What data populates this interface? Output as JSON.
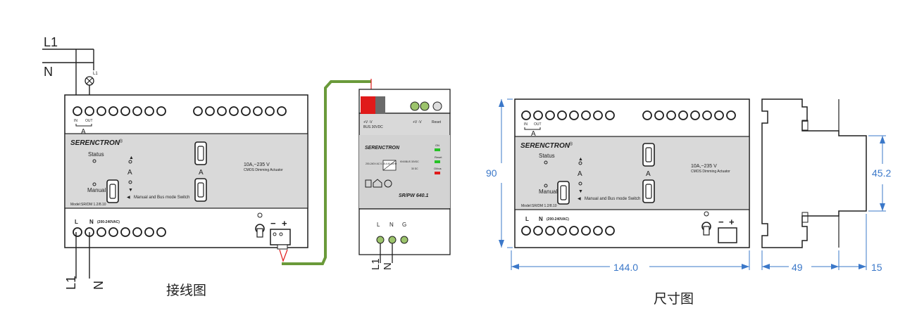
{
  "wiring": {
    "caption": "接线图",
    "line_label": "L1",
    "neutral_label": "N",
    "lamp_label": "L1",
    "in_label": "IN",
    "out_label": "OUT",
    "channel_label": "A",
    "brand": "SERENCTRON",
    "reg_mark": "®",
    "status_label": "Status",
    "manual_label": "Manual",
    "channel_a_left": "A",
    "channel_a_right": "A",
    "switch_label": "Manual and Bus mode Switch",
    "rating_line1": "10A,~235 V",
    "rating_line2": "CMOS  Dimming Actuator",
    "model": "Model:SR/DM 1.2/8.10",
    "supply_l": "L",
    "supply_n": "N",
    "supply_range": "(200-240VAC)",
    "bus_minus": "−",
    "bus_plus": "+",
    "bottom_l1": "L1",
    "bottom_n": "N"
  },
  "psu": {
    "label_vv": "+V  -V",
    "label_bus": "BUS 30VDC",
    "label_vv2": "+V  -V",
    "label_reset": "Reset",
    "brand": "SERENCTRON",
    "led_on": "ON",
    "led_reset": "Reset",
    "led_overbus": "O/bus",
    "input_spec": "200-240V AC 0.35 A 50-60Hz",
    "output_spec": "KNX/BUS 30VDC",
    "out_voltage": "30 DC",
    "model": "SR/PW 640.1",
    "term_l": "L",
    "term_n": "N",
    "term_g": "G",
    "under_l1": "L1",
    "under_n": "N"
  },
  "dims": {
    "caption": "尺寸图",
    "height": "90",
    "width": "144.0",
    "depth": "49",
    "step": "15",
    "inner_height": "45.2",
    "channel_label": "A",
    "brand": "SERENCTRON",
    "reg_mark": "®",
    "status_label": "Status",
    "manual_label": "Manual",
    "channel_a_left": "A",
    "channel_a_right": "A",
    "switch_label": "Manual and Bus mode Switch",
    "rating_line1": "10A,~235 V",
    "rating_line2": "CMOS  Dimming Actuator",
    "model": "Model:SR/DM 1.2/8.10",
    "supply_l": "L",
    "supply_n": "N",
    "supply_range": "(200-240VAC)",
    "in_label": "IN",
    "out_label": "OUT"
  },
  "colors": {
    "line": "#1f1f1f",
    "dim_blue": "#3b78c9",
    "bus_green": "#6a9a3a",
    "red": "#e01a1a",
    "panel_grey": "#d9d9d9",
    "led_green": "#25c225",
    "terminal_green": "#9cc46c"
  }
}
